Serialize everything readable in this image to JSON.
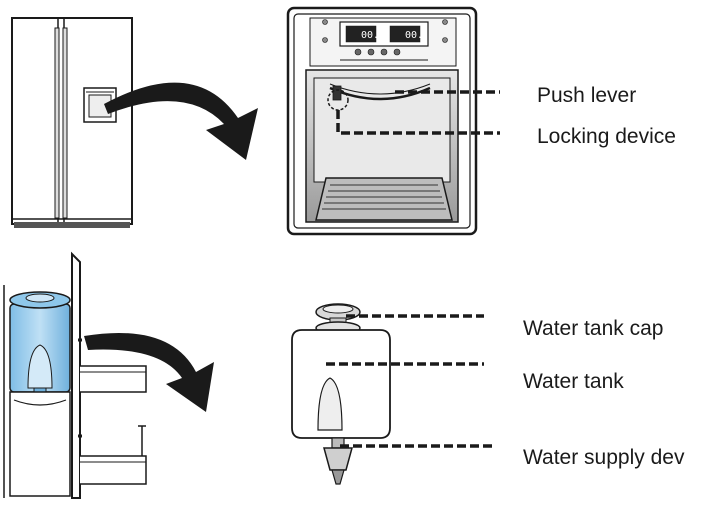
{
  "labels": {
    "push_lever": "Push lever",
    "locking_device": "Locking device",
    "water_tank_cap": "Water tank cap",
    "water_tank": "Water tank",
    "water_supply_device": "Water supply dev"
  },
  "display": {
    "left_reading": "00.",
    "right_reading": "00."
  },
  "colors": {
    "line": "#1a1a1a",
    "tank_blue": "#a9d4ee",
    "tank_blue_dark": "#6fb3dc",
    "panel_gray": "#cfcfcf"
  }
}
